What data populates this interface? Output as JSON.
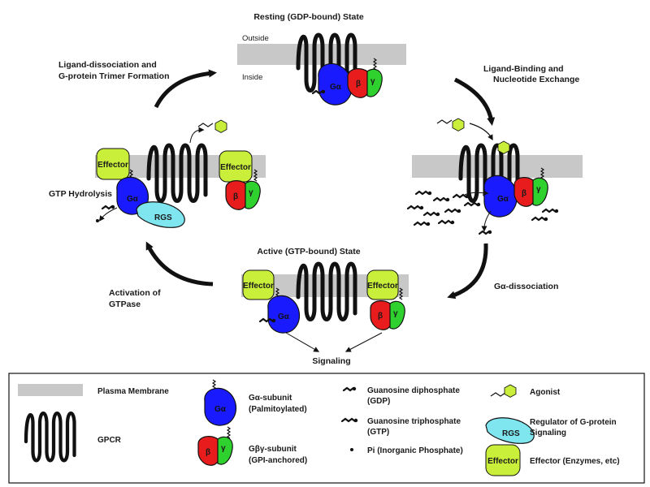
{
  "states": {
    "resting": "Resting (GDP-bound) State",
    "active": "Active (GTP-bound) State"
  },
  "membrane": {
    "outside": "Outside",
    "inside": "Inside"
  },
  "steps": {
    "binding_1": "Ligand-Binding and",
    "binding_2": "Nucleotide Exchange",
    "dissociation": "Gα-dissociation",
    "activation_1": "Activation of",
    "activation_2": "GTPase",
    "hydrolysis": "GTP Hydrolysis",
    "reform_1": "Ligand-dissociation and",
    "reform_2": "G-protein Trimer Formation",
    "signaling": "Signaling"
  },
  "subunits": {
    "alpha": "Gα",
    "beta": "β",
    "gamma": "γ",
    "effector": "Effector",
    "rgs": "RGS"
  },
  "legend": {
    "membrane": "Plasma Membrane",
    "gpcr": "GPCR",
    "galpha_1": "Gα-subunit",
    "galpha_2": "(Palmitoylated)",
    "gbg_1": "Gβγ-subunit",
    "gbg_2": "(GPI-anchored)",
    "gdp_1": "Guanosine diphosphate",
    "gdp_2": "(GDP)",
    "gtp_1": "Guanosine triphosphate",
    "gtp_2": "(GTP)",
    "pi": "Pi (Inorganic Phosphate)",
    "agonist": "Agonist",
    "rgs_1": "Regulator of G-protein",
    "rgs_2": "Signaling",
    "effector": "Effector (Enzymes, etc)"
  },
  "colors": {
    "alpha": "#1a1aff",
    "beta": "#e81c1c",
    "gamma": "#2fd12f",
    "effector": "#c9ef3a",
    "rgs": "#7fe6f0",
    "membrane": "#c8c8c8",
    "agonist": "#c9ef3a"
  }
}
